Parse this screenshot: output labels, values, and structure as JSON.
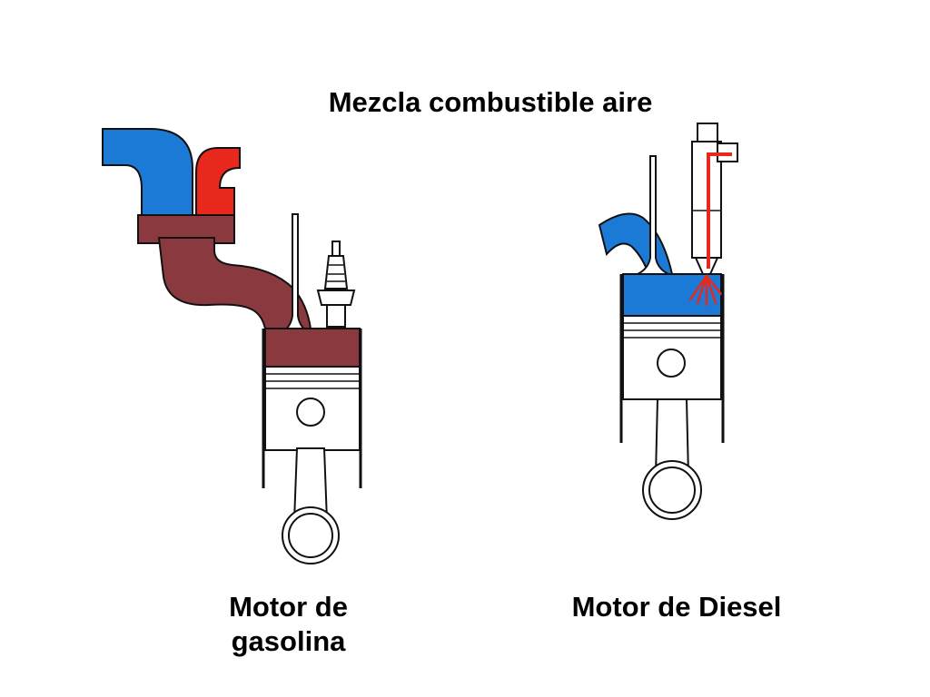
{
  "title": "Mezcla combustible aire",
  "gasoline": {
    "label_line1": "Motor de",
    "label_line2": "gasolina"
  },
  "diesel": {
    "label": "Motor de Diesel"
  },
  "colors": {
    "air": "#1a7ad6",
    "fuel": "#e8281c",
    "mixture": "#8a3a3e",
    "outline": "#111111"
  }
}
